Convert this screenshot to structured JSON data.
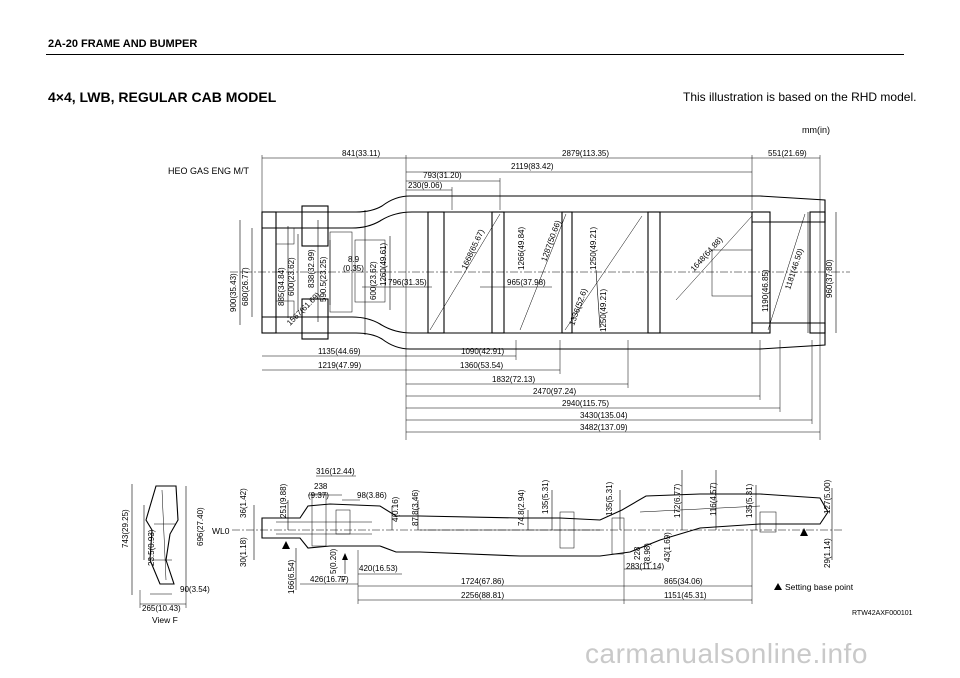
{
  "header": {
    "title": "2A-20  FRAME AND BUMPER"
  },
  "model_title": "4×4, LWB, REGULAR CAB MODEL",
  "note": "This illustration is based on the RHD model.",
  "units": "mm(in)",
  "engine_label": "HEO GAS ENG M/T",
  "drawing_code": "RTW42AXF000101",
  "watermark": "carmanualsonline.info",
  "top_view": {
    "dims": {
      "d841": "841(33.11)",
      "d2879": "2879(113.35)",
      "d551": "551(21.69)",
      "d2119": "2119(83.42)",
      "d793": "793(31.20)",
      "d230": "230(9.06)",
      "d900": "900(35.43)",
      "d680": "680(26.77)",
      "d885": "885(34.84)",
      "d600a": "600(23.62)",
      "d1567": "1567(61.69)",
      "d838": "838(32.99)",
      "d590": "590.5(23.25)",
      "d8_9": "8.9",
      "d0_35": "(0.35)",
      "d1260": "1260(49.61)",
      "d600b": "600(23.62)",
      "d796": "796(31.35)",
      "d1668": "1668(65.67)",
      "d1266": "1266(49.84)",
      "d965": "965(37.98)",
      "d1287": "1287(50.66)",
      "d1250a": "1250(49.21)",
      "d1336": "1336(52.6)",
      "d1250b": "1250(49.21)",
      "d1648": "1648(64.88)",
      "d1190": "1190(46.85)",
      "d1181": "1181(46.50)",
      "d960": "960(37.80)",
      "d1135": "1135(44.69)",
      "d1090": "1090(42.91)",
      "d1219": "1219(47.99)",
      "d1360": "1360(53.54)",
      "d1832": "1832(72.13)",
      "d2470": "2470(97.24)",
      "d2940": "2940(115.75)",
      "d3430": "3430(135.04)",
      "d3482": "3482(137.09)"
    }
  },
  "side_view": {
    "dims": {
      "d316": "316(12.44)",
      "d238": "238",
      "d9_37": "(9.37)",
      "d98": "98(3.86)",
      "d36": "36(1.42)",
      "d251": "251(9.88)",
      "d4": "4(0.16)",
      "d87_8": "87.8(3.46)",
      "d74_8": "74.8(2.94)",
      "d135a": "135(5.31)",
      "d135b": "135(5.31)",
      "d172": "172(6.77)",
      "d116": "116(4.57)",
      "d135c": "135(5.31)",
      "d127": "127(5.00)",
      "d30": "30(1.18)",
      "d166": "166(6.54)",
      "d5": "5(0.20)",
      "d426": "426(16.77)",
      "d420": "420(16.53)",
      "d1724": "1724(67.86)",
      "d2256": "2256(88.81)",
      "d228": "228",
      "d8_98": "(8.98)",
      "d283": "283(11.14)",
      "d43": "43(1.69)",
      "d865": "865(34.06)",
      "d1151": "1151(45.31)",
      "d29": "29(1.14)"
    },
    "wl0": "WL0",
    "f_mark": "F",
    "legend": "Setting base point"
  },
  "view_f": {
    "label": "View F",
    "dims": {
      "d743": "743(29.25)",
      "d23_5": "23.5(0.93)",
      "d696": "696(27.40)",
      "d90": "90(3.54)",
      "d265": "265(10.43)"
    }
  }
}
